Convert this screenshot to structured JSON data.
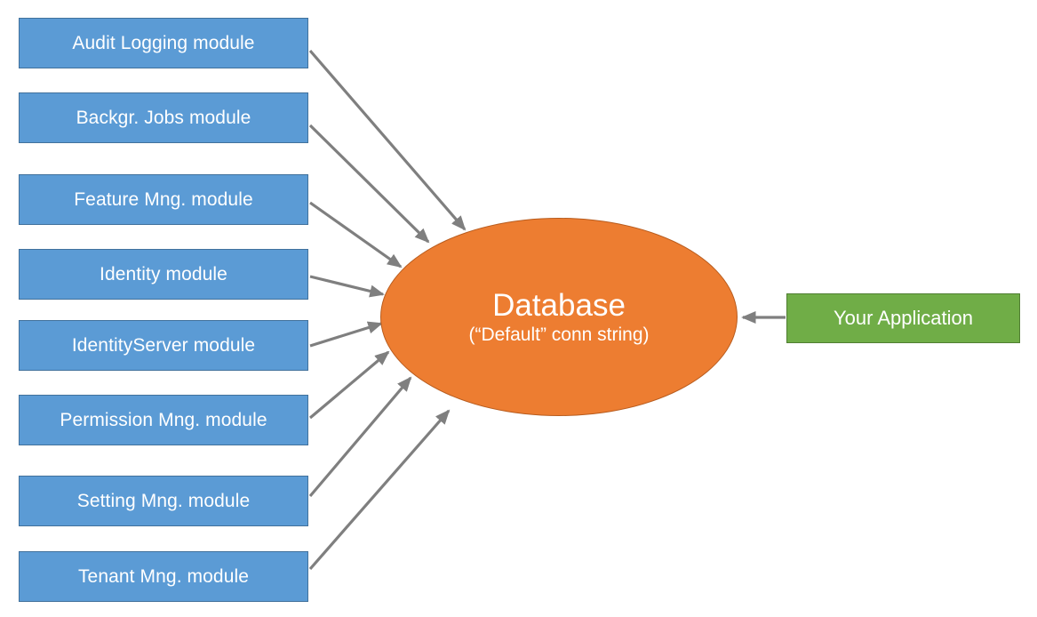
{
  "diagram": {
    "title": "ABP module shared database diagram",
    "colors": {
      "module_fill": "#5B9BD5",
      "module_stroke": "#41719C",
      "database_fill": "#ED7D31",
      "database_stroke": "#B85C1E",
      "application_fill": "#70AD47",
      "application_stroke": "#507E32",
      "arrow": "#7F7F7F",
      "background": "#FFFFFF"
    },
    "modules": [
      {
        "label": "Audit Logging module"
      },
      {
        "label": "Backgr. Jobs module"
      },
      {
        "label": "Feature Mng. module"
      },
      {
        "label": "Identity module"
      },
      {
        "label": "IdentityServer module"
      },
      {
        "label": "Permission Mng. module"
      },
      {
        "label": "Setting Mng. module"
      },
      {
        "label": "Tenant Mng. module"
      }
    ],
    "database": {
      "title": "Database",
      "subtitle": "(“Default” conn string)"
    },
    "application": {
      "label": "Your Application"
    }
  }
}
